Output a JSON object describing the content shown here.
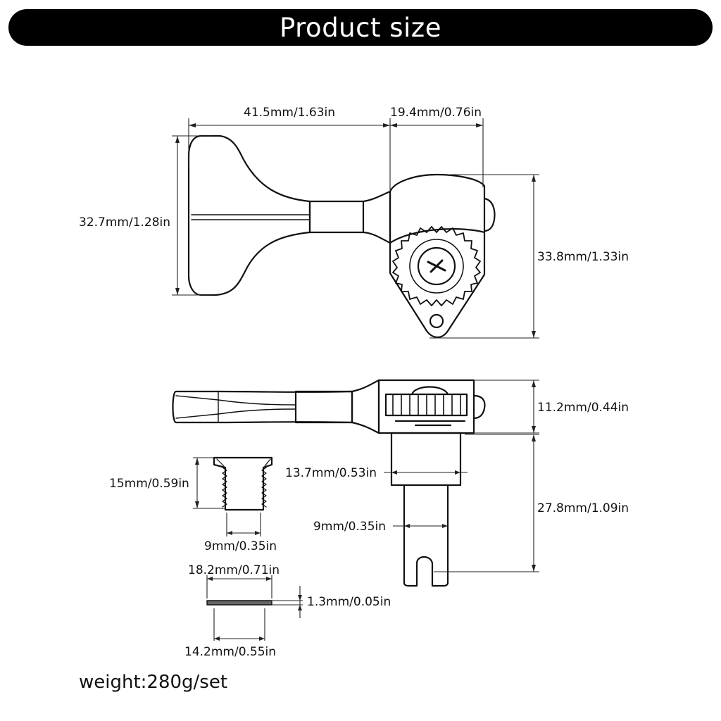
{
  "title": "Product size",
  "dimensions": {
    "key_length": "41.5mm/1.63in",
    "gear_housing_width": "19.4mm/0.76in",
    "key_height": "32.7mm/1.28in",
    "housing_height": "33.8mm/1.33in",
    "housing_thickness": "11.2mm/0.44in",
    "bushing_height": "15mm/0.59in",
    "bushing_diameter": "9mm/0.35in",
    "post_collar_diameter": "13.7mm/0.53in",
    "post_diameter": "9mm/0.35in",
    "post_height": "27.8mm/1.09in",
    "washer_outer_diameter": "18.2mm/0.71in",
    "washer_thickness": "1.3mm/0.05in",
    "washer_inner_diameter": "14.2mm/0.55in"
  },
  "weight": "weight:280g/set"
}
